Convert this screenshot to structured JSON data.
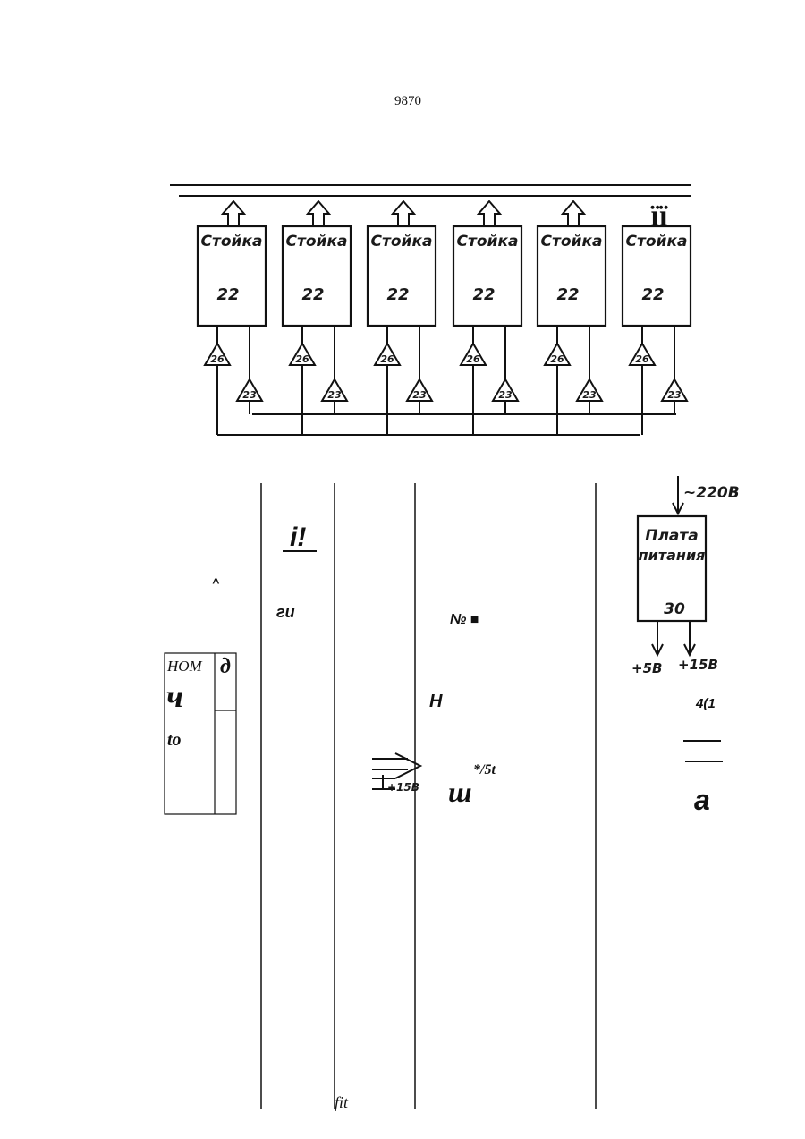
{
  "page_number": "9870",
  "header_mark": "ïï",
  "rack_label": "Стойка",
  "rack_ref": "22",
  "racks": [
    {
      "label": "Стойка",
      "ref": "22",
      "tri_a": "26",
      "tri_b": "23"
    },
    {
      "label": "Стойка",
      "ref": "22",
      "tri_a": "26",
      "tri_b": "23"
    },
    {
      "label": "Стойка",
      "ref": "22",
      "tri_a": "26",
      "tri_b": "23"
    },
    {
      "label": "Стойка",
      "ref": "22",
      "tri_a": "26",
      "tri_b": "23"
    },
    {
      "label": "Стойка",
      "ref": "22",
      "tri_a": "26",
      "tri_b": "23"
    },
    {
      "label": "Стойка",
      "ref": "22",
      "tri_a": "26",
      "tri_b": "23"
    }
  ],
  "power_board": {
    "input": "~220В",
    "label_line1": "Плата",
    "label_line2": "питания",
    "ref": "30",
    "out_left": "+5В",
    "out_right": "+15В"
  },
  "fragments": {
    "caret": "^",
    "table_head": "НОМ",
    "table_char1": "ч",
    "table_char2": "to",
    "table_col2": "д",
    "excl": "i!",
    "gi": "ги",
    "no": "№ ■",
    "h": "Н",
    "arrow_label": "+15В",
    "sh": "ш",
    "five": "*/5t",
    "four": "4(1",
    "a": "а",
    "fit": "fit"
  }
}
